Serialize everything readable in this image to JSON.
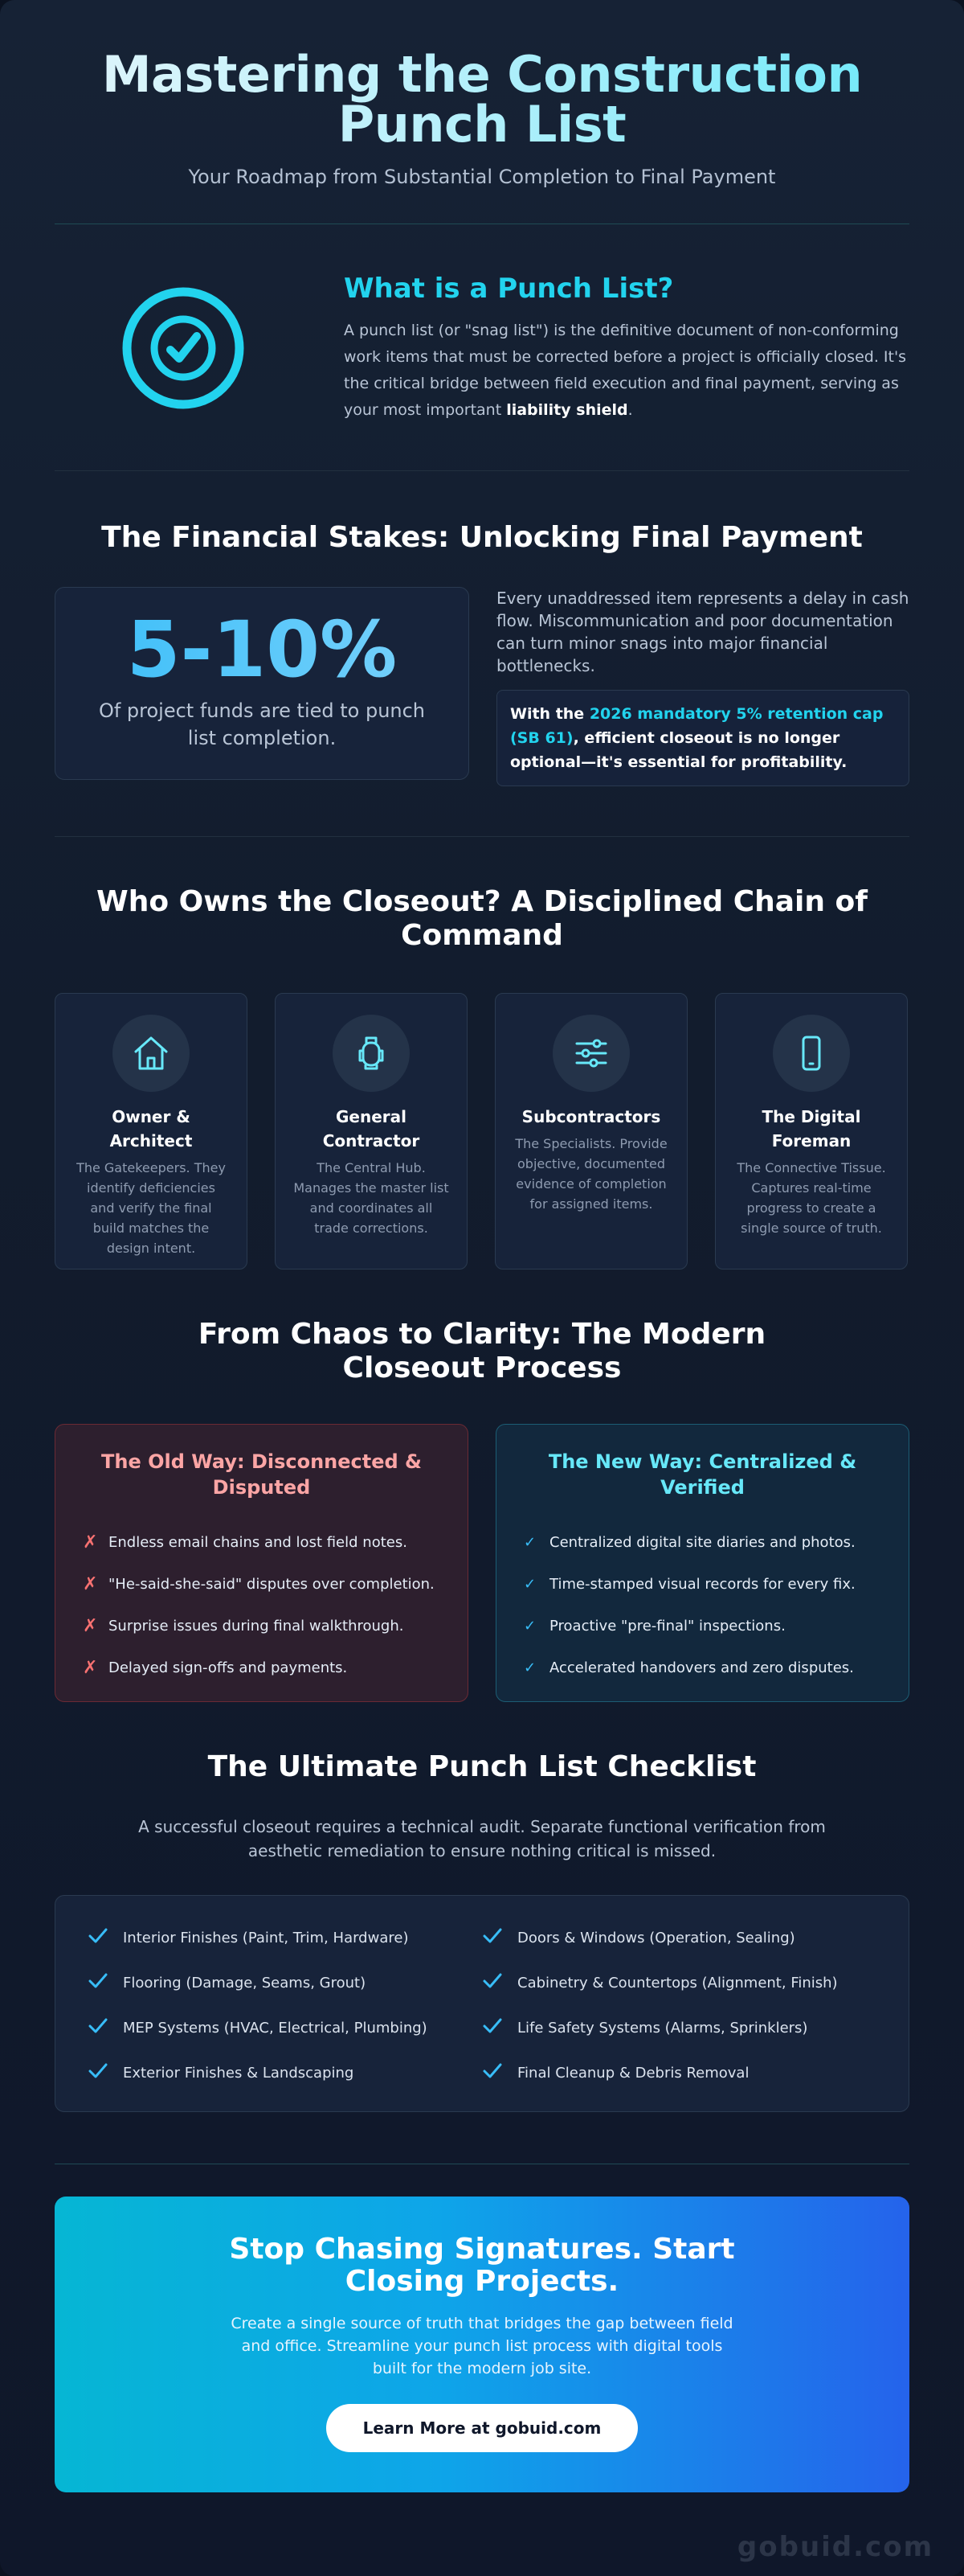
{
  "header": {
    "title_line1": "Mastering the Construction",
    "title_line2": "Punch List",
    "subtitle": "Your Roadmap from Substantial Completion to Final Payment"
  },
  "what": {
    "icon": "check-badge-icon",
    "title": "What is a Punch List?",
    "body": "A punch list (or \"snag list\") is the definitive document of non-conforming work items that must be corrected before a project is officially closed. It's the critical bridge between field execution and final payment, serving as your most important ",
    "body_bold": "liability shield",
    "body_end": "."
  },
  "financial": {
    "title": "The Financial Stakes: Unlocking Final Payment",
    "stat": "5-10%",
    "stat_caption": "Of project funds are tied to punch list completion.",
    "text": "Every unaddressed item represents a delay in cash flow. Miscommunication and poor documentation can turn minor snags into major financial bottlenecks.",
    "callout_pre": "With the ",
    "callout_highlight": "2026 mandatory 5% retention cap (SB 61)",
    "callout_post": ", efficient closeout is no longer optional—it's essential for profitability."
  },
  "owners": {
    "title": "Who Owns the Closeout? A Disciplined Chain of Command",
    "cards": [
      {
        "icon": "house-icon",
        "title": "Owner & Architect",
        "desc": "The Gatekeepers. They identify deficiencies and verify the final build matches the design intent."
      },
      {
        "icon": "hard-hat-icon",
        "title": "General Contractor",
        "desc": "The Central Hub. Manages the master list and coordinates all trade corrections."
      },
      {
        "icon": "sliders-icon",
        "title": "Subcontractors",
        "desc": "The Specialists. Provide objective, documented evidence of completion for assigned items."
      },
      {
        "icon": "smartphone-icon",
        "title": "The Digital Foreman",
        "desc": "The Connective Tissue. Captures real-time progress to create a single source of truth."
      }
    ]
  },
  "process": {
    "title": "From Chaos to Clarity: The Modern Closeout Process",
    "old_title": "The Old Way: Disconnected & Disputed",
    "old_items": [
      "Endless email chains and lost field notes.",
      "\"He-said-she-said\" disputes over completion.",
      "Surprise issues during final walkthrough.",
      "Delayed sign-offs and payments."
    ],
    "new_title": "The New Way: Centralized & Verified",
    "new_items": [
      "Centralized digital site diaries and photos.",
      "Time-stamped visual records for every fix.",
      "Proactive \"pre-final\" inspections.",
      "Accelerated handovers and zero disputes."
    ],
    "old_mark": "✗",
    "new_mark": "✓"
  },
  "checklist": {
    "title": "The Ultimate Punch List Checklist",
    "intro": "A successful closeout requires a technical audit. Separate functional verification from aesthetic remediation to ensure nothing critical is missed.",
    "left": [
      "Interior Finishes (Paint, Trim, Hardware)",
      "Flooring (Damage, Seams, Grout)",
      "MEP Systems (HVAC, Electrical, Plumbing)",
      "Exterior Finishes & Landscaping"
    ],
    "right": [
      "Doors & Windows (Operation, Sealing)",
      "Cabinetry & Countertops (Alignment, Finish)",
      "Life Safety Systems (Alarms, Sprinklers)",
      "Final Cleanup & Debris Removal"
    ]
  },
  "cta": {
    "title": "Stop Chasing Signatures. Start Closing Projects.",
    "body": "Create a single source of truth that bridges the gap between field and office. Streamline your punch list process with digital tools built for the modern job site.",
    "button": "Learn More at gobuid.com"
  },
  "watermark": "gobuid.com",
  "colors": {
    "accent": "#22d3ee",
    "old_red": "#f87171",
    "cta_start": "#06b6d4",
    "cta_end": "#2563eb"
  }
}
